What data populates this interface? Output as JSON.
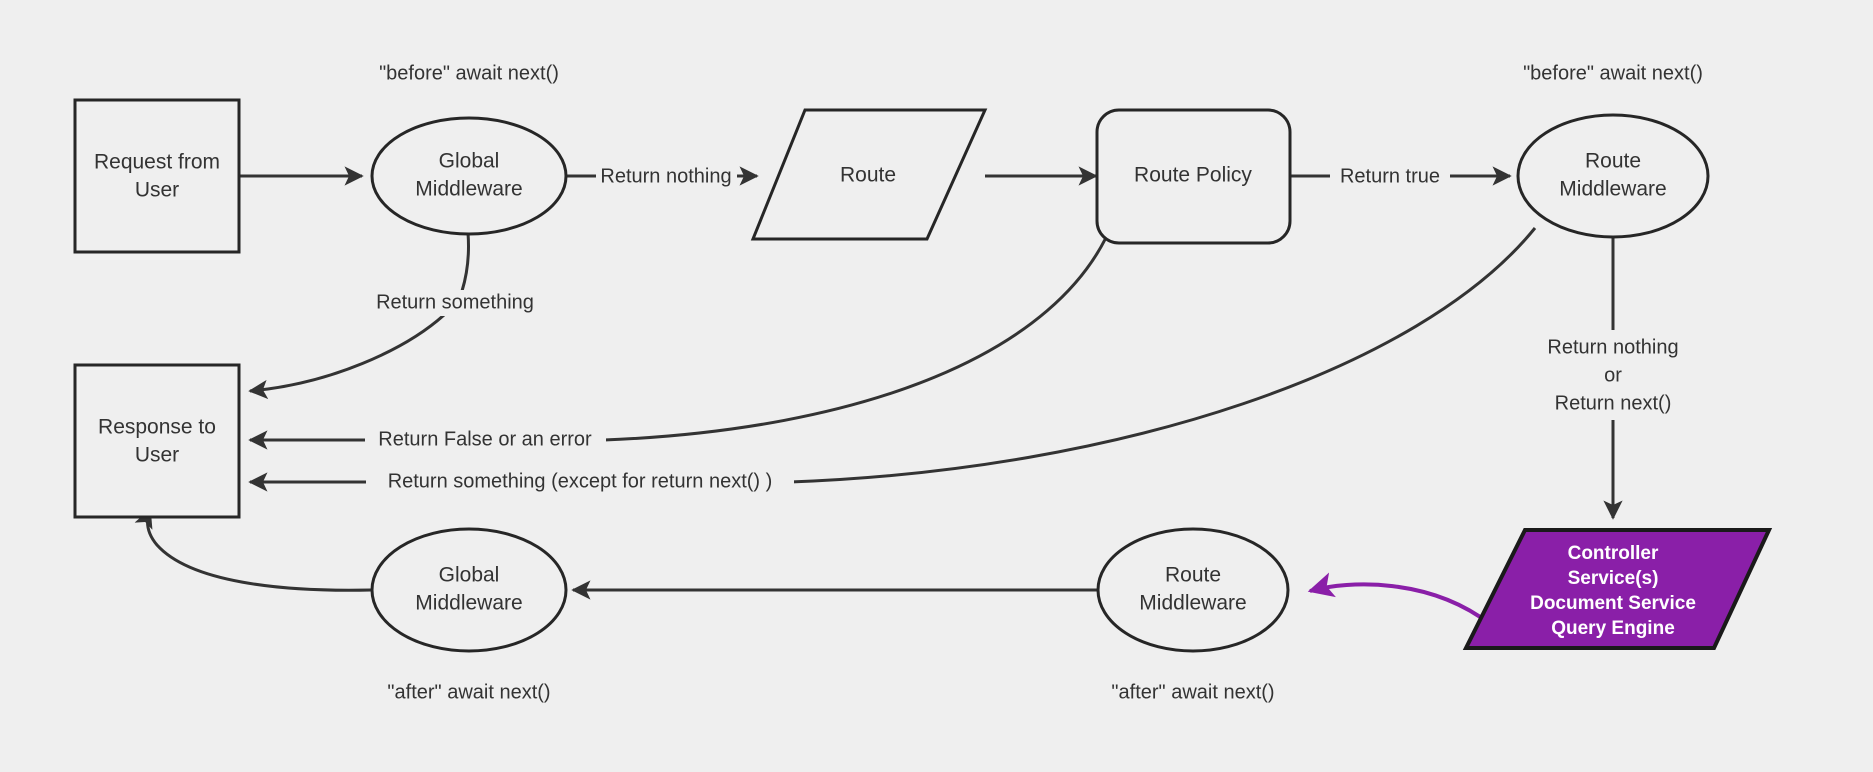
{
  "diagram": {
    "title": "Request / Middleware pipeline flowchart",
    "background_color": "#efefef",
    "stroke_color": "#262626",
    "text_color": "#333333",
    "accent_color": "#8A1FA8"
  },
  "nodes": {
    "request_from_user": {
      "label_line1": "Request from",
      "label_line2": "User",
      "shape": "rectangle"
    },
    "global_middleware_before": {
      "label_line1": "Global",
      "label_line2": "Middleware",
      "shape": "ellipse"
    },
    "route": {
      "label": "Route",
      "shape": "parallelogram"
    },
    "route_policy": {
      "label": "Route Policy",
      "shape": "rounded-rectangle"
    },
    "route_middleware_before": {
      "label_line1": "Route",
      "label_line2": "Middleware",
      "shape": "ellipse"
    },
    "controller": {
      "label_line1": "Controller",
      "label_line2": "Service(s)",
      "label_line3": "Document Service",
      "label_line4": "Query Engine",
      "shape": "parallelogram",
      "fill": "#8A1FA8",
      "text_color": "#ffffff"
    },
    "route_middleware_after": {
      "label_line1": "Route",
      "label_line2": "Middleware",
      "shape": "ellipse"
    },
    "global_middleware_after": {
      "label_line1": "Global",
      "label_line2": "Middleware",
      "shape": "ellipse"
    },
    "response_to_user": {
      "label_line1": "Response to",
      "label_line2": "User",
      "shape": "rectangle"
    }
  },
  "annotations": {
    "before_global": "\"before\" await next()",
    "before_route_mw": "\"before\" await next()",
    "after_global": "\"after\" await next()",
    "after_route_mw": "\"after\" await next()"
  },
  "edge_labels": {
    "return_nothing": "Return nothing",
    "return_true": "Return true",
    "return_something": "Return something",
    "return_false_or_error": "Return False or an error",
    "return_something_except": "Return something (except for return next() )",
    "return_nothing_or_next_l1": "Return nothing",
    "return_nothing_or_next_l2": "or",
    "return_nothing_or_next_l3": "Return next()"
  }
}
